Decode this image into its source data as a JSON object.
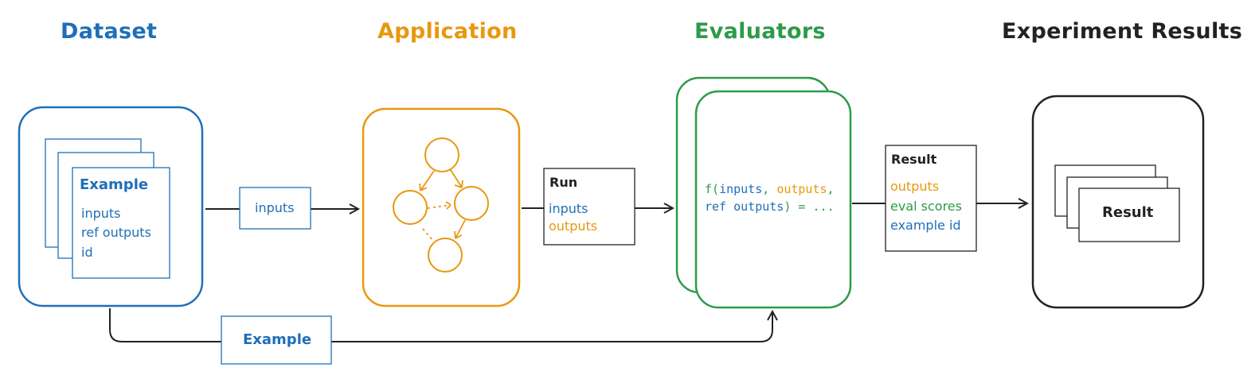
{
  "titles": {
    "dataset": "Dataset",
    "application": "Application",
    "evaluators": "Evaluators",
    "results": "Experiment Results"
  },
  "dataset_card": {
    "label": "Example",
    "fields": [
      "inputs",
      "ref outputs",
      "id"
    ]
  },
  "inputs_label": "inputs",
  "example_label": "Example",
  "run_card": {
    "label": "Run",
    "fields": [
      "inputs",
      "outputs"
    ]
  },
  "evaluator_code": {
    "line1": [
      "f(",
      "inputs",
      ", ",
      "outputs",
      ","
    ],
    "line2": [
      "ref outputs",
      ") = ..."
    ]
  },
  "result_card": {
    "label": "Result",
    "fields": [
      "outputs",
      "eval scores",
      "example id"
    ]
  },
  "results_card_label": "Result",
  "colors": {
    "blue": "#1f6fb8",
    "orange": "#e8980f",
    "green": "#2e9a4a",
    "black": "#222222"
  }
}
